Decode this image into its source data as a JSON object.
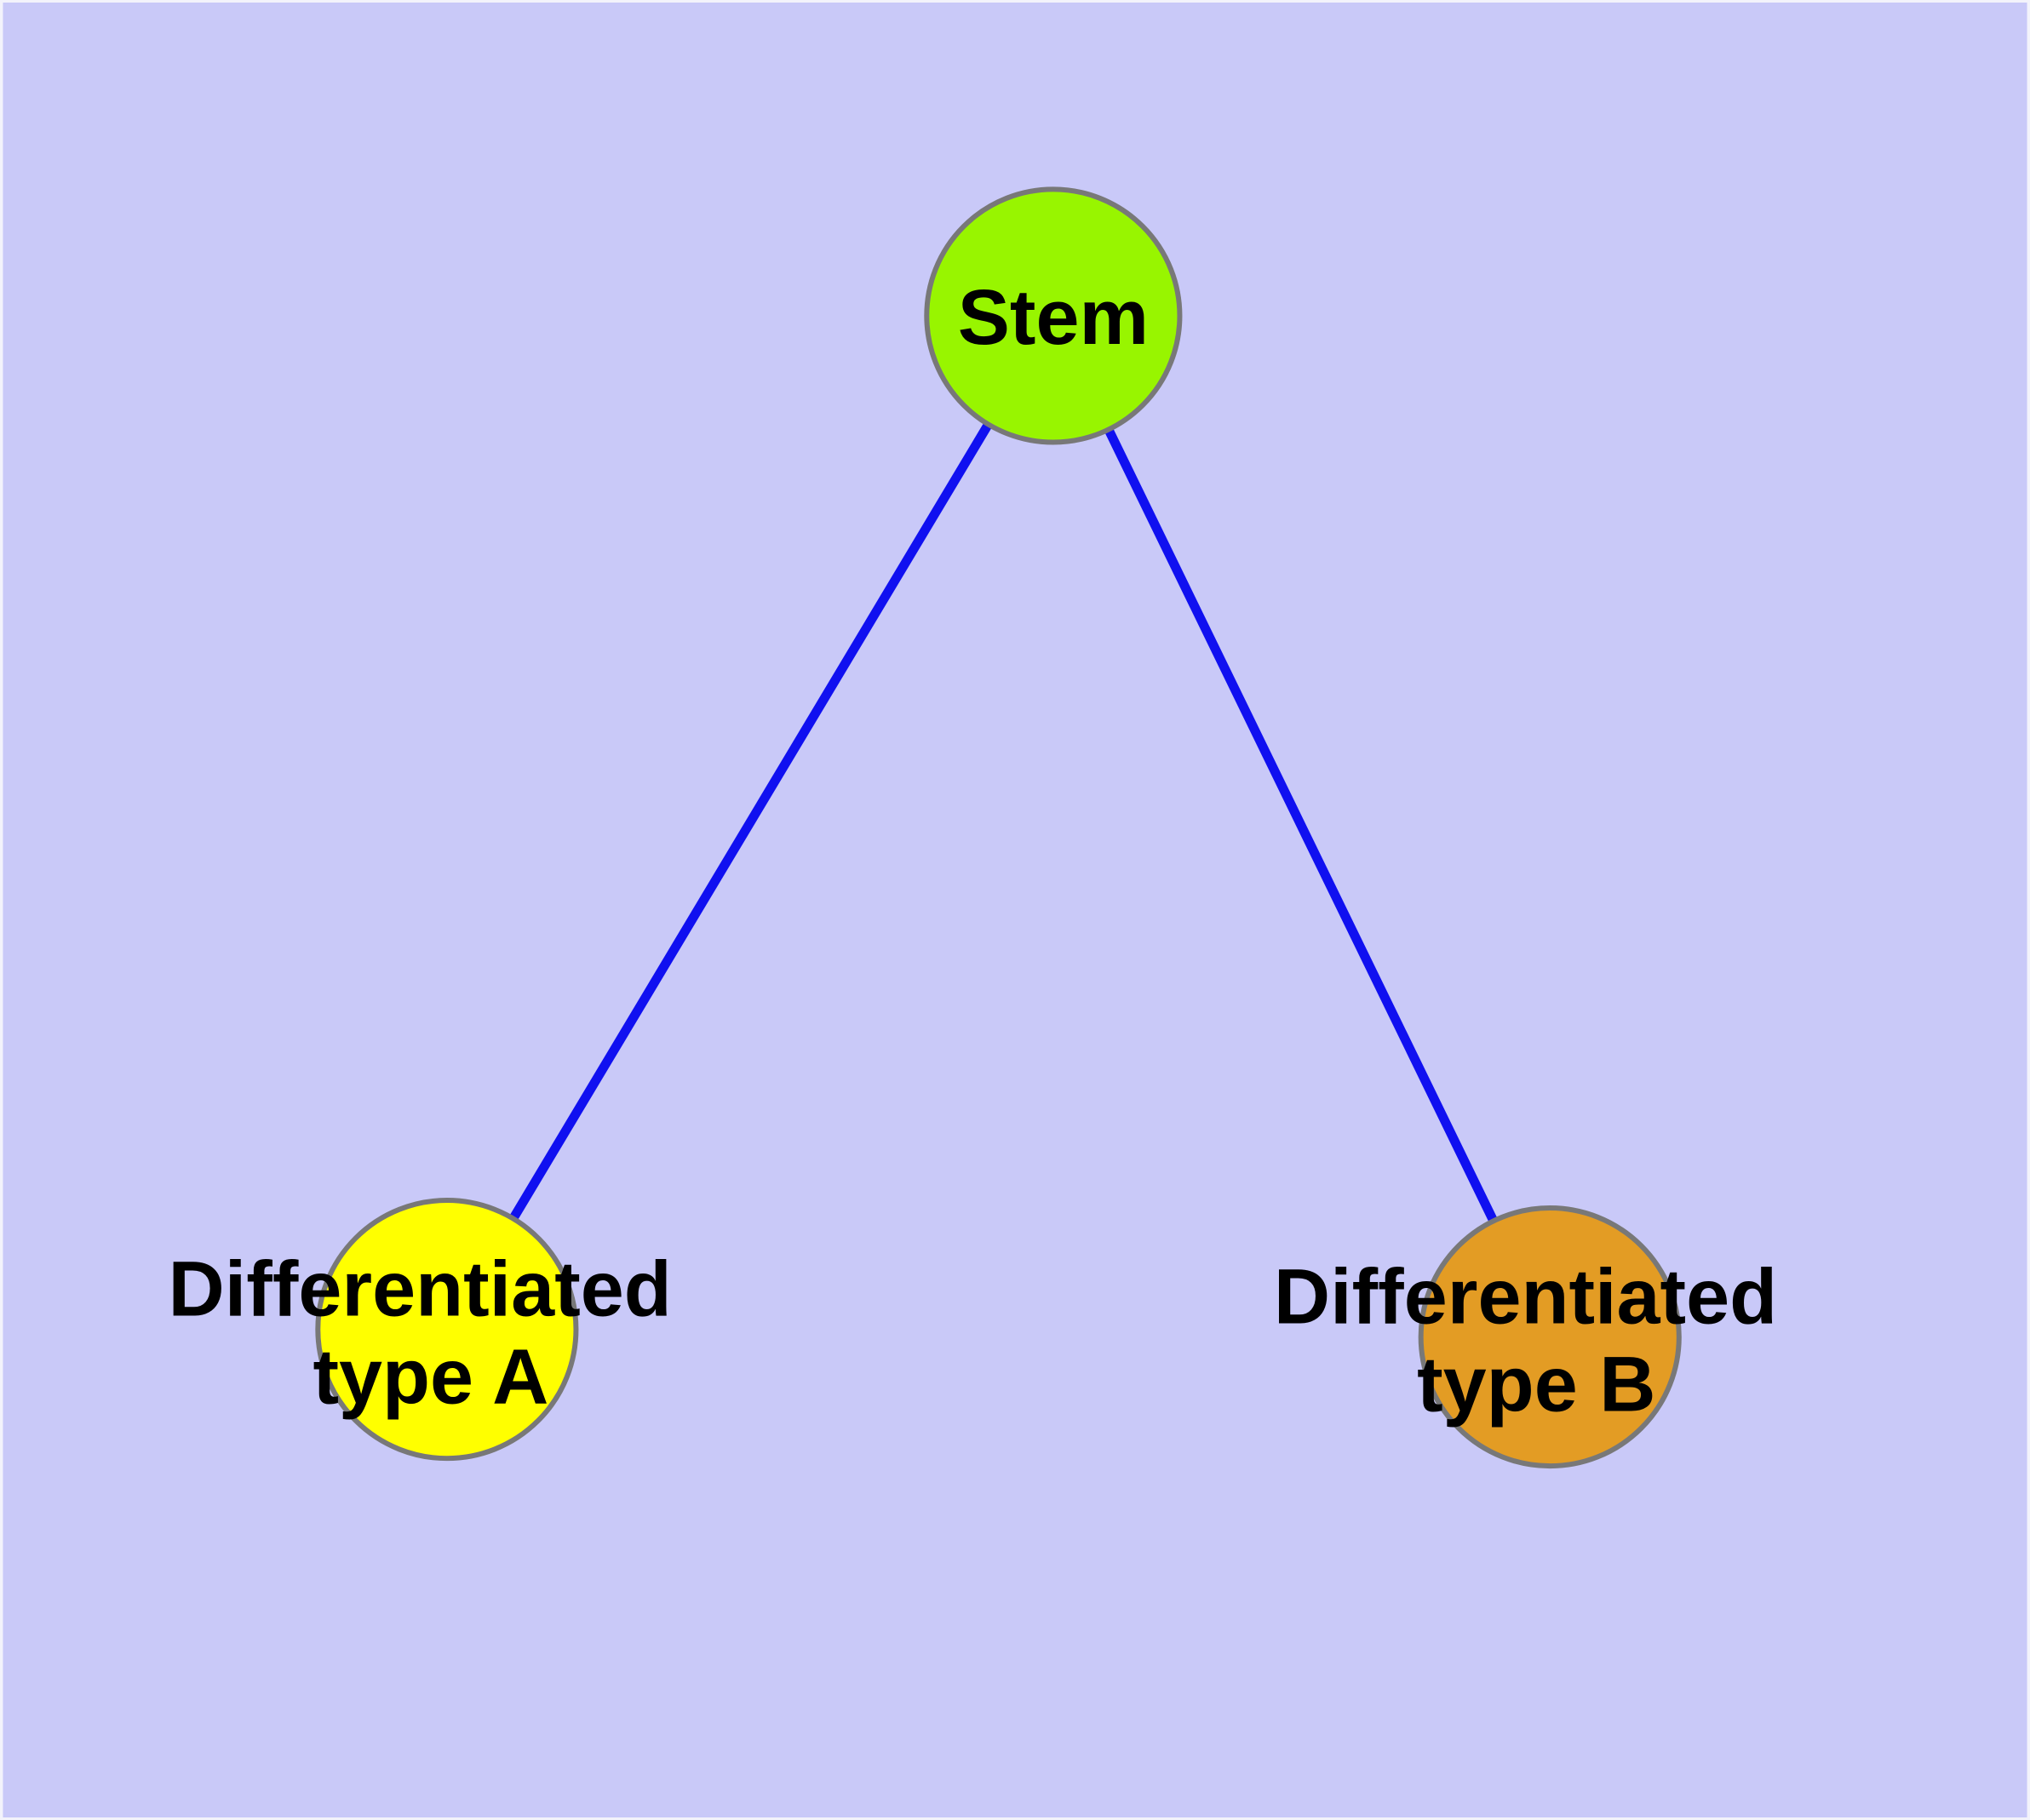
{
  "diagram": {
    "type": "graph",
    "colors": {
      "background": "#C9C9F8",
      "edge": "#1010F0",
      "node_border": "#787878",
      "label_text": "#000000"
    },
    "nodes": {
      "stem": {
        "label": "Stem",
        "color": "#98F500"
      },
      "typeA": {
        "label": "Differentiated type A",
        "label_line1": "Differentiated",
        "label_line2": "type A",
        "color": "#FFFF00"
      },
      "typeB": {
        "label": "Differentiated type B",
        "label_line1": "Differentiated",
        "label_line2": "type B",
        "color": "#E39C24"
      }
    },
    "edges": [
      {
        "from": "Stem",
        "to": "Differentiated type A"
      },
      {
        "from": "Stem",
        "to": "Differentiated type B"
      }
    ]
  }
}
